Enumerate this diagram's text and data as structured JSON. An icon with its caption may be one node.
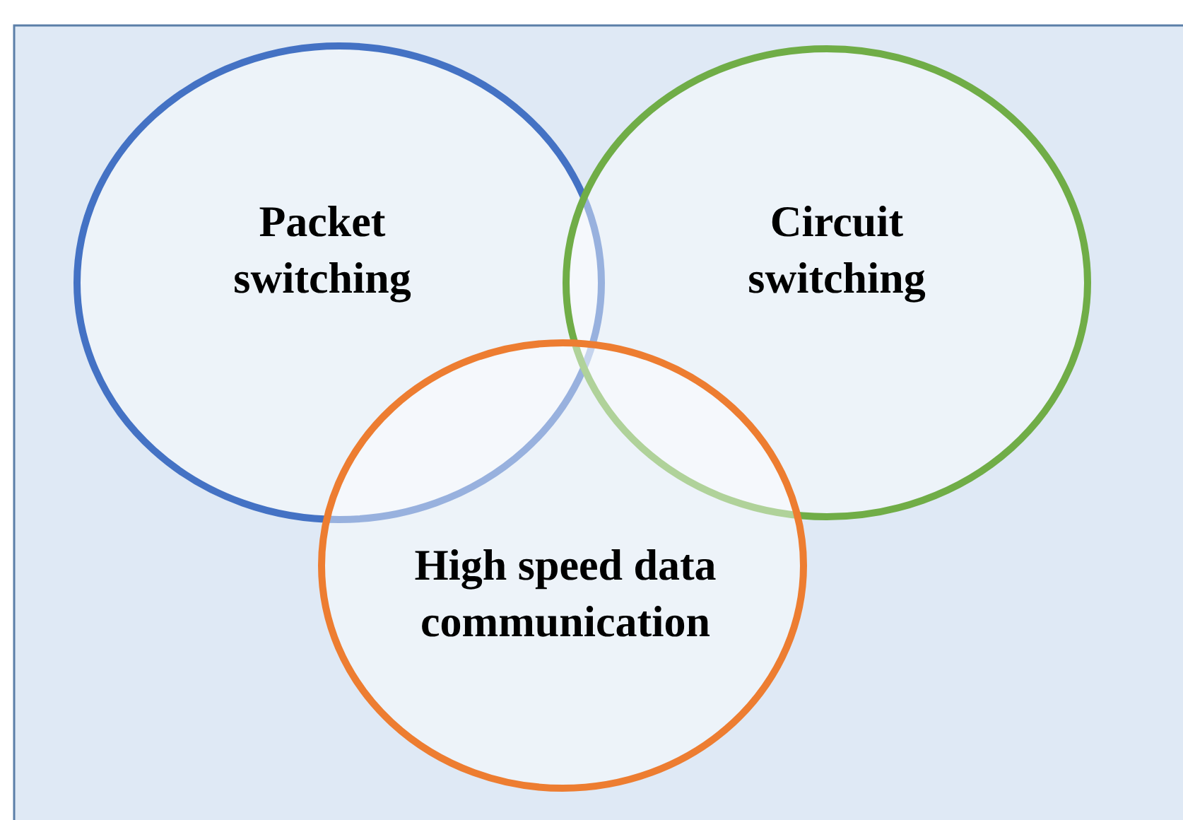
{
  "diagram": {
    "nodes": [
      {
        "text": [
          "Packet switching"
        ]
      },
      {
        "text": [
          "Circuit switching"
        ]
      },
      {
        "text": [
          "High speed data communication"
        ]
      }
    ]
  }
}
